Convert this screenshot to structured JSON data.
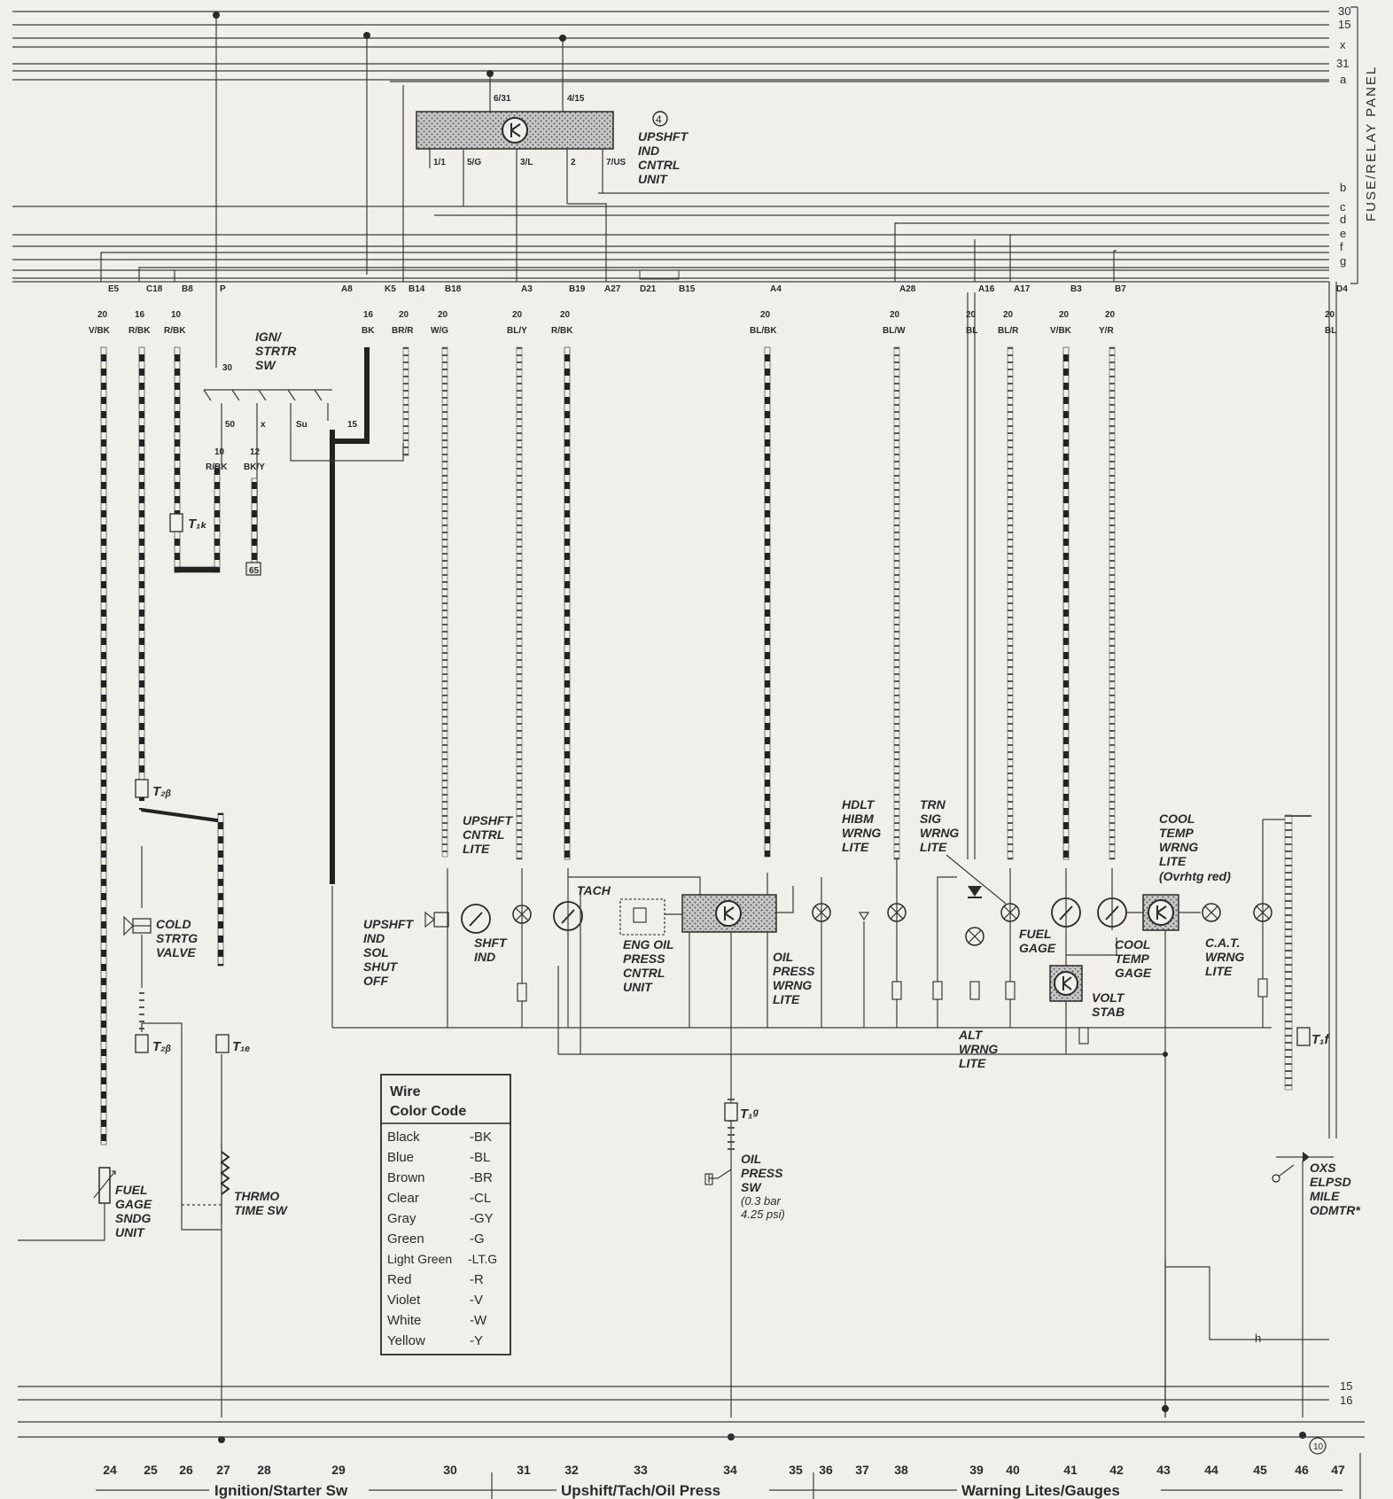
{
  "panel_title": "FUSE/RELAY PANEL",
  "top_bus_labels": [
    "30",
    "15",
    "x",
    "31",
    "a",
    "b",
    "c",
    "d",
    "e",
    "f",
    "g"
  ],
  "bottom_bus_labels": [
    "15",
    "16"
  ],
  "branch_label": "h",
  "connectors": [
    "E5",
    "C18",
    "B8",
    "P",
    "A8",
    "K5",
    "B14",
    "B18",
    "A3",
    "B19",
    "A27",
    "D21",
    "B15",
    "A4",
    "A28",
    "A16",
    "A17",
    "B3",
    "B7",
    "D4"
  ],
  "wires": [
    {
      "gauge": "20",
      "color": "V/BK"
    },
    {
      "gauge": "16",
      "color": "R/BK"
    },
    {
      "gauge": "10",
      "color": "R/BK"
    },
    {
      "gauge": "16",
      "color": "BK"
    },
    {
      "gauge": "20",
      "color": "BR/R"
    },
    {
      "gauge": "20",
      "color": "W/G"
    },
    {
      "gauge": "20",
      "color": "BL/Y"
    },
    {
      "gauge": "20",
      "color": "R/BK"
    },
    {
      "gauge": "20",
      "color": "BL/BK"
    },
    {
      "gauge": "20",
      "color": "BL/W"
    },
    {
      "gauge": "20",
      "color": "BL"
    },
    {
      "gauge": "20",
      "color": "BL/R"
    },
    {
      "gauge": "20",
      "color": "V/BK"
    },
    {
      "gauge": "20",
      "color": "Y/R"
    },
    {
      "gauge": "20",
      "color": "BL"
    }
  ],
  "components": {
    "unit_number": "4",
    "upshift_unit": "UPSHFT IND CNTRL UNIT",
    "upshift_unit_pins": [
      "6/31",
      "4/15",
      "1/1",
      "5/G",
      "3/L",
      "2",
      "7/US"
    ],
    "ign_switch": "IGN/ STRTR SW",
    "ign_terminals": [
      "30",
      "50",
      "x",
      "Su",
      "15"
    ],
    "ign_wire_1": {
      "gauge": "10",
      "color": "R/BK"
    },
    "ign_wire_2": {
      "gauge": "12",
      "color": "BK/Y"
    },
    "ref_box": "65",
    "cold_start": "COLD STRTG VALVE",
    "fuel_sender": "FUEL GAGE SNDG UNIT",
    "thermo_switch": "THRMO TIME SW",
    "upshift_lite": "UPSHFT CNTRL LITE",
    "upshift_sol": "UPSHFT IND SOL SHUT OFF",
    "shift_ind": "SHFT IND",
    "tach": "TACH",
    "oil_unit": "ENG OIL PRESS CNTRL UNIT",
    "oil_lite": "OIL PRESS WRNG LITE",
    "oil_switch": "OIL PRESS SW",
    "oil_spec": "(0.3 bar 4.25 psi)",
    "hdlt": "HDLT HIBM WRNG LITE",
    "trn": "TRN SIG WRNG LITE",
    "alt": "ALT WRNG LITE",
    "fuel_gage": "FUEL GAGE",
    "volt": "VOLT STAB",
    "cool_lite": "COOL TEMP WRNG LITE",
    "cool_lite_note": "(Ovrhtg red)",
    "cool_gage": "COOL TEMP GAGE",
    "cat": "C.A.T. WRNG LITE",
    "oxs": "OXS ELPSD MILE ODMTR*",
    "ground_ref": "10"
  },
  "legend": {
    "title_1": "Wire",
    "title_2": "Color Code",
    "rows": [
      {
        "name": "Black",
        "code": "-BK"
      },
      {
        "name": "Blue",
        "code": "-BL"
      },
      {
        "name": "Brown",
        "code": "-BR"
      },
      {
        "name": "Clear",
        "code": "-CL"
      },
      {
        "name": "Gray",
        "code": "-GY"
      },
      {
        "name": "Green",
        "code": "-G"
      },
      {
        "name": "Light Green",
        "code": "-LT.G"
      },
      {
        "name": "Red",
        "code": "-R"
      },
      {
        "name": "Violet",
        "code": "-V"
      },
      {
        "name": "White",
        "code": "-W"
      },
      {
        "name": "Yellow",
        "code": "-Y"
      }
    ]
  },
  "column_numbers": [
    "24",
    "25",
    "26",
    "27",
    "28",
    "29",
    "30",
    "31",
    "32",
    "33",
    "34",
    "35",
    "36",
    "37",
    "38",
    "39",
    "40",
    "41",
    "42",
    "43",
    "44",
    "45",
    "46",
    "47"
  ],
  "sections": [
    "Ignition/Starter Sw",
    "Upshift/Tach/Oil Press",
    "Warning Lites/Gauges"
  ],
  "colors": {
    "ink": "#2a2a2a",
    "paper": "#f1efea",
    "screen": "#b8b8b8"
  }
}
